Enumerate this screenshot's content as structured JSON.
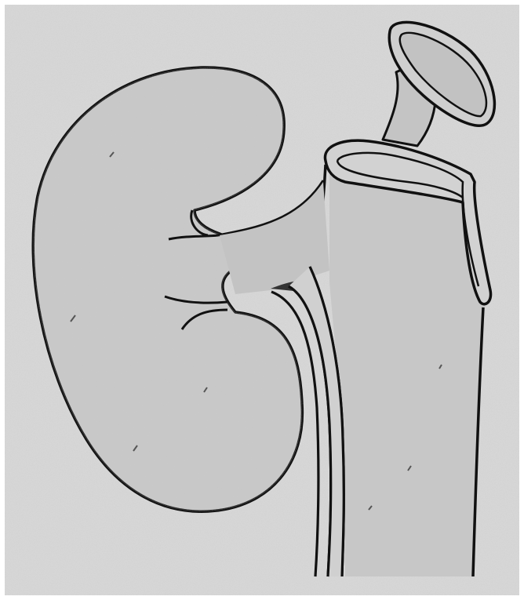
{
  "illustration": {
    "parts": [
      {
        "name": "kidney"
      },
      {
        "name": "renal-hilum-vessels"
      },
      {
        "name": "ureter"
      },
      {
        "name": "tube-with-cut-opening"
      },
      {
        "name": "funnel"
      }
    ],
    "colors": {
      "paper": "#ffffff",
      "plate": "#d9d9d9",
      "fill": "#c7c7c7",
      "fill_light": "#d3d3d3",
      "ink": "#111111"
    }
  }
}
